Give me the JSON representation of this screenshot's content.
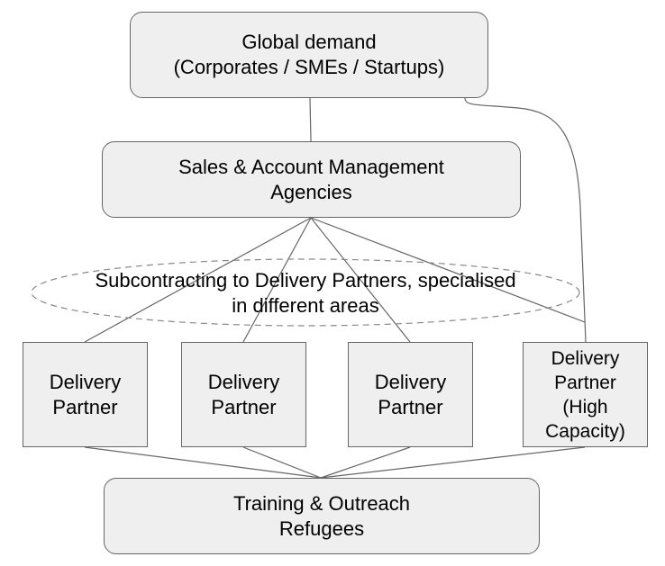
{
  "nodes": {
    "global_demand": {
      "line1": "Global demand",
      "line2": "(Corporates / SMEs / Startups)"
    },
    "sales": {
      "line1": "Sales & Account Management",
      "line2": "Agencies"
    },
    "subcontracting": {
      "line1": "Subcontracting to Delivery Partners, specialised",
      "line2": "in different areas"
    },
    "delivery_partners": [
      {
        "line1": "Delivery",
        "line2": "Partner"
      },
      {
        "line1": "Delivery",
        "line2": "Partner"
      },
      {
        "line1": "Delivery",
        "line2": "Partner"
      },
      {
        "line1": "Delivery",
        "line2": "Partner",
        "line3": "(High",
        "line4": "Capacity)"
      }
    ],
    "training": {
      "line1": "Training & Outreach",
      "line2": "Refugees"
    }
  },
  "colors": {
    "box_fill": "#efefef",
    "box_stroke": "#666666",
    "connector": "#666666",
    "ellipse_stroke": "#888888"
  }
}
